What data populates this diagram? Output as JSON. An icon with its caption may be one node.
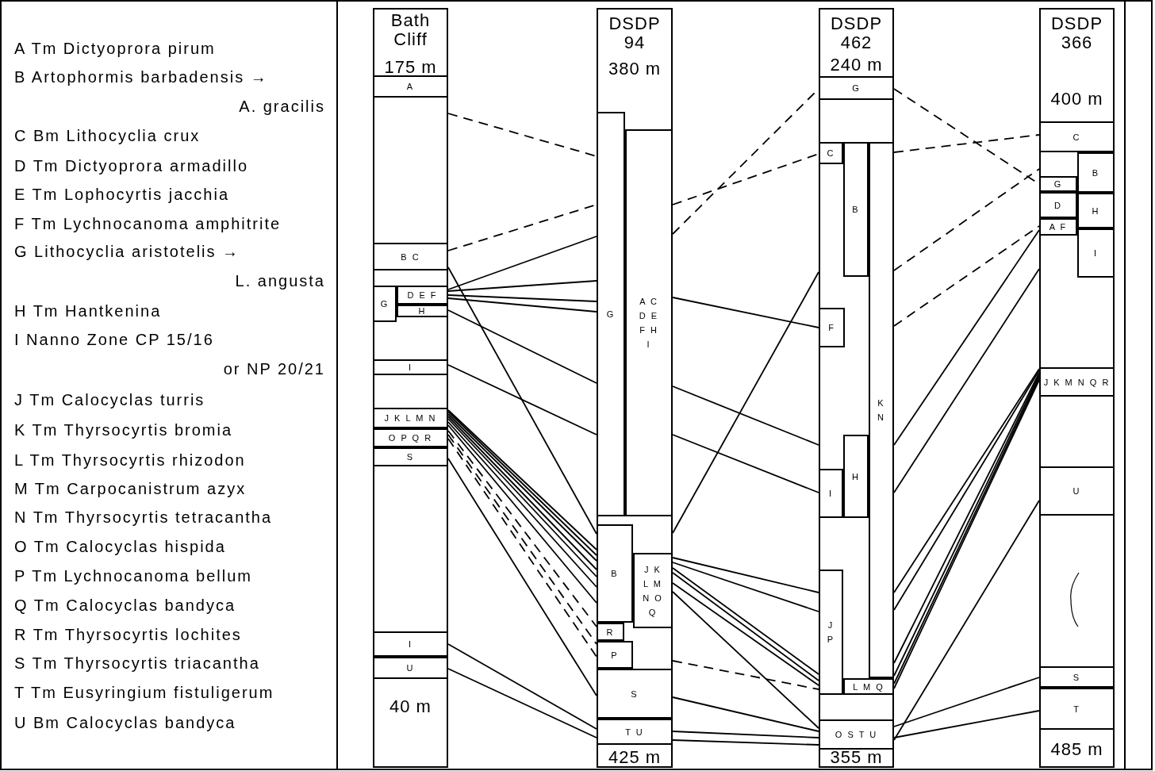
{
  "diagram": {
    "nodes": [
      {
        "text": [
          "Bath Cliff",
          "175 m",
          "40 m"
        ]
      },
      {
        "text": [
          "A"
        ],
        "in": 0
      },
      {
        "text": [
          "B C"
        ],
        "in": 0
      },
      {
        "text": [
          "G"
        ],
        "in": 0
      },
      {
        "text": [
          "D E F"
        ],
        "in": 0
      },
      {
        "text": [
          "H"
        ],
        "in": 0
      },
      {
        "text": [
          "I"
        ],
        "in": 0
      },
      {
        "text": [
          "J K L M N"
        ],
        "in": 0
      },
      {
        "text": [
          "O P Q R"
        ],
        "in": 0
      },
      {
        "text": [
          "S"
        ],
        "in": 0
      },
      {
        "text": [
          "I"
        ],
        "in": 0
      },
      {
        "text": [
          "U"
        ],
        "in": 0
      },
      {
        "text": [
          "DSDP 94",
          "380 m",
          "425 m"
        ]
      },
      {
        "text": [
          "G"
        ],
        "in": 12
      },
      {
        "text": [
          "A C D E F H I"
        ],
        "in": 12
      },
      {
        "text": [
          "B"
        ],
        "in": 12
      },
      {
        "text": [
          "J K L M N O Q"
        ],
        "in": 12
      },
      {
        "text": [
          "R"
        ],
        "in": 12
      },
      {
        "text": [
          "P"
        ],
        "in": 12
      },
      {
        "text": [
          "S"
        ],
        "in": 12
      },
      {
        "text": [
          "T U"
        ],
        "in": 12
      },
      {
        "text": [
          "DSDP 462",
          "240 m",
          "355 m"
        ]
      },
      {
        "text": [
          "G"
        ],
        "in": 21
      },
      {
        "text": [
          "C"
        ],
        "in": 21
      },
      {
        "text": [
          "B"
        ],
        "in": 21
      },
      {
        "text": [
          "K N"
        ],
        "in": 21
      },
      {
        "text": [
          "F"
        ],
        "in": 21
      },
      {
        "text": [
          "H"
        ],
        "in": 21
      },
      {
        "text": [
          "I"
        ],
        "in": 21
      },
      {
        "text": [
          "J P"
        ],
        "in": 21
      },
      {
        "text": [
          "L M Q"
        ],
        "in": 21
      },
      {
        "text": [
          "O S T U"
        ],
        "in": 21
      },
      {
        "text": [
          "DSDP 366",
          "400 m",
          "485 m"
        ]
      },
      {
        "text": [
          "C"
        ],
        "in": 32
      },
      {
        "text": [
          "B"
        ],
        "in": 32
      },
      {
        "text": [
          "G"
        ],
        "in": 32
      },
      {
        "text": [
          "D"
        ],
        "in": 32
      },
      {
        "text": [
          "H"
        ],
        "in": 32
      },
      {
        "text": [
          "A F"
        ],
        "in": 32
      },
      {
        "text": [
          "I"
        ],
        "in": 32
      },
      {
        "text": [
          "J K M N Q R"
        ],
        "in": 32
      },
      {
        "text": [
          "U"
        ],
        "in": 32
      },
      {
        "text": [
          "S"
        ],
        "in": 32
      },
      {
        "text": [
          "T"
        ],
        "in": 32
      }
    ],
    "edges": [
      {
        "from": 1,
        "to": 13,
        "arrow": "none",
        "style": "dashed"
      },
      {
        "from": 2,
        "to": 13,
        "arrow": "none",
        "style": "dashed"
      },
      {
        "from": 2,
        "to": 15,
        "arrow": "none"
      },
      {
        "from": 4,
        "to": 13,
        "arrow": "none"
      },
      {
        "from": 4,
        "to": 13,
        "arrow": "none"
      },
      {
        "from": 4,
        "to": 13,
        "arrow": "none"
      },
      {
        "from": 4,
        "to": 13,
        "arrow": "none"
      },
      {
        "from": 5,
        "to": 13,
        "arrow": "none"
      },
      {
        "from": 6,
        "to": 13,
        "arrow": "none"
      },
      {
        "from": 7,
        "to": 15,
        "arrow": "none"
      },
      {
        "from": 7,
        "to": 15,
        "arrow": "none"
      },
      {
        "from": 7,
        "to": 15,
        "arrow": "none"
      },
      {
        "from": 7,
        "to": 15,
        "arrow": "none"
      },
      {
        "from": 7,
        "to": 15,
        "arrow": "none"
      },
      {
        "from": 7,
        "to": 15,
        "arrow": "none"
      },
      {
        "from": 7,
        "to": 15,
        "arrow": "none"
      },
      {
        "from": 8,
        "to": 17,
        "arrow": "none",
        "style": "dashed"
      },
      {
        "from": 8,
        "to": 18,
        "arrow": "none",
        "style": "dashed"
      },
      {
        "from": 8,
        "to": 18,
        "arrow": "none",
        "style": "dashed"
      },
      {
        "from": 9,
        "to": 19,
        "arrow": "none"
      },
      {
        "from": 10,
        "to": 20,
        "arrow": "none"
      },
      {
        "from": 11,
        "to": 20,
        "arrow": "none"
      },
      {
        "from": 14,
        "to": 22,
        "arrow": "none",
        "style": "dashed"
      },
      {
        "from": 14,
        "to": 23,
        "arrow": "none",
        "style": "dashed"
      },
      {
        "from": 14,
        "to": 26,
        "arrow": "none"
      },
      {
        "from": 12,
        "to": 21,
        "arrow": "none"
      },
      {
        "from": 14,
        "to": 21,
        "arrow": "none"
      },
      {
        "from": 14,
        "to": 28,
        "arrow": "none"
      },
      {
        "from": 16,
        "to": 29,
        "arrow": "none"
      },
      {
        "from": 16,
        "to": 29,
        "arrow": "none"
      },
      {
        "from": 16,
        "to": 29,
        "arrow": "none"
      },
      {
        "from": 16,
        "to": 29,
        "arrow": "none"
      },
      {
        "from": 16,
        "to": 29,
        "arrow": "none"
      },
      {
        "from": 12,
        "to": 29,
        "arrow": "none",
        "style": "dashed"
      },
      {
        "from": 16,
        "to": 31,
        "arrow": "none"
      },
      {
        "from": 19,
        "to": 31,
        "arrow": "none"
      },
      {
        "from": 20,
        "to": 31,
        "arrow": "none"
      },
      {
        "from": 20,
        "to": 31,
        "arrow": "none"
      },
      {
        "from": 22,
        "to": 35,
        "arrow": "none",
        "style": "dashed"
      },
      {
        "from": 25,
        "to": 33,
        "arrow": "none",
        "style": "dashed"
      },
      {
        "from": 25,
        "to": 32,
        "arrow": "none",
        "style": "dashed"
      },
      {
        "from": 25,
        "to": 38,
        "arrow": "none",
        "style": "dashed"
      },
      {
        "from": 25,
        "to": 38,
        "arrow": "none"
      },
      {
        "from": 25,
        "to": 32,
        "arrow": "none"
      },
      {
        "from": 25,
        "to": 40,
        "arrow": "none"
      },
      {
        "from": 25,
        "to": 40,
        "arrow": "none"
      },
      {
        "from": 25,
        "to": 40,
        "arrow": "none"
      },
      {
        "from": 25,
        "to": 40,
        "arrow": "none"
      },
      {
        "from": 30,
        "to": 40,
        "arrow": "none"
      },
      {
        "from": 30,
        "to": 40,
        "arrow": "none"
      },
      {
        "from": 31,
        "to": 41,
        "arrow": "none"
      },
      {
        "from": 31,
        "to": 42,
        "arrow": "none"
      },
      {
        "from": 31,
        "to": 43,
        "arrow": "none"
      }
    ],
    "labels": [
      "A Tm Dictyoprora pirum",
      "B Artophormis barbadensis → A. gracilis",
      "C Bm Lithocyclia crux",
      "D Tm Dictyoprora armadillo",
      "E Tm Lophocyrtis jacchia",
      "F Tm Lychnocanoma amphitrite",
      "G Lithocyclia aristotelis → L. angusta",
      "H Tm Hantkenina",
      "I Nanno Zone CP 15/16 or NP 20/21",
      "J Tm Calocyclas turris",
      "K Tm Thyrsocyrtis bromia",
      "L Tm Thyrsocyrtis rhizodon",
      "M Tm Carpocanistrum azyx",
      "N Tm Thyrsocyrtis tetracantha",
      "O Tm Calocyclas hispida",
      "P Tm Lychnocanoma bellum",
      "Q Tm Calocyclas bandyca",
      "R Tm Thyrsocyrtis lochites",
      "S Tm Thyrsocyrtis triacantha",
      "T Tm Eusyringium fistuligerum",
      "U Bm Calocyclas bandyca"
    ]
  }
}
